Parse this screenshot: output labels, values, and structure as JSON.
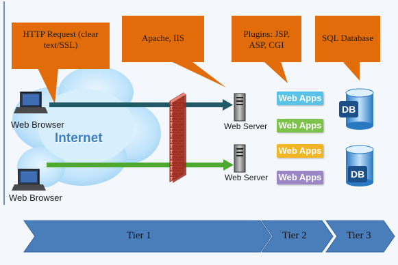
{
  "callouts": [
    {
      "text": "HTTP Request (clear text/SSL)"
    },
    {
      "text": "Apache, IIS"
    },
    {
      "text": "Plugins: JSP, ASP, CGI"
    },
    {
      "text": "SQL Database"
    }
  ],
  "clients": [
    {
      "label": "Web Browser"
    },
    {
      "label": "Web Browser"
    }
  ],
  "cloud_label": "Internet",
  "servers": [
    {
      "label": "Web Server"
    },
    {
      "label": "Web Server"
    }
  ],
  "webapps": [
    {
      "label": "Web Apps",
      "color": "#5bc3e8"
    },
    {
      "label": "Web Apps",
      "color": "#7cc24b"
    },
    {
      "label": "Web Apps",
      "color": "#f3b623"
    },
    {
      "label": "Web Apps",
      "color": "#9a86c4"
    }
  ],
  "databases": [
    {
      "label": "DB"
    },
    {
      "label": "DB"
    }
  ],
  "tiers": [
    {
      "label": "Tier 1"
    },
    {
      "label": "Tier 2"
    },
    {
      "label": "Tier 3"
    }
  ],
  "colors": {
    "callout": "#e36c0a",
    "tier_arrow": "#4a7ebb",
    "arrow_top": "#215967",
    "arrow_bottom": "#4ea72e",
    "firewall": "#c0392b"
  }
}
